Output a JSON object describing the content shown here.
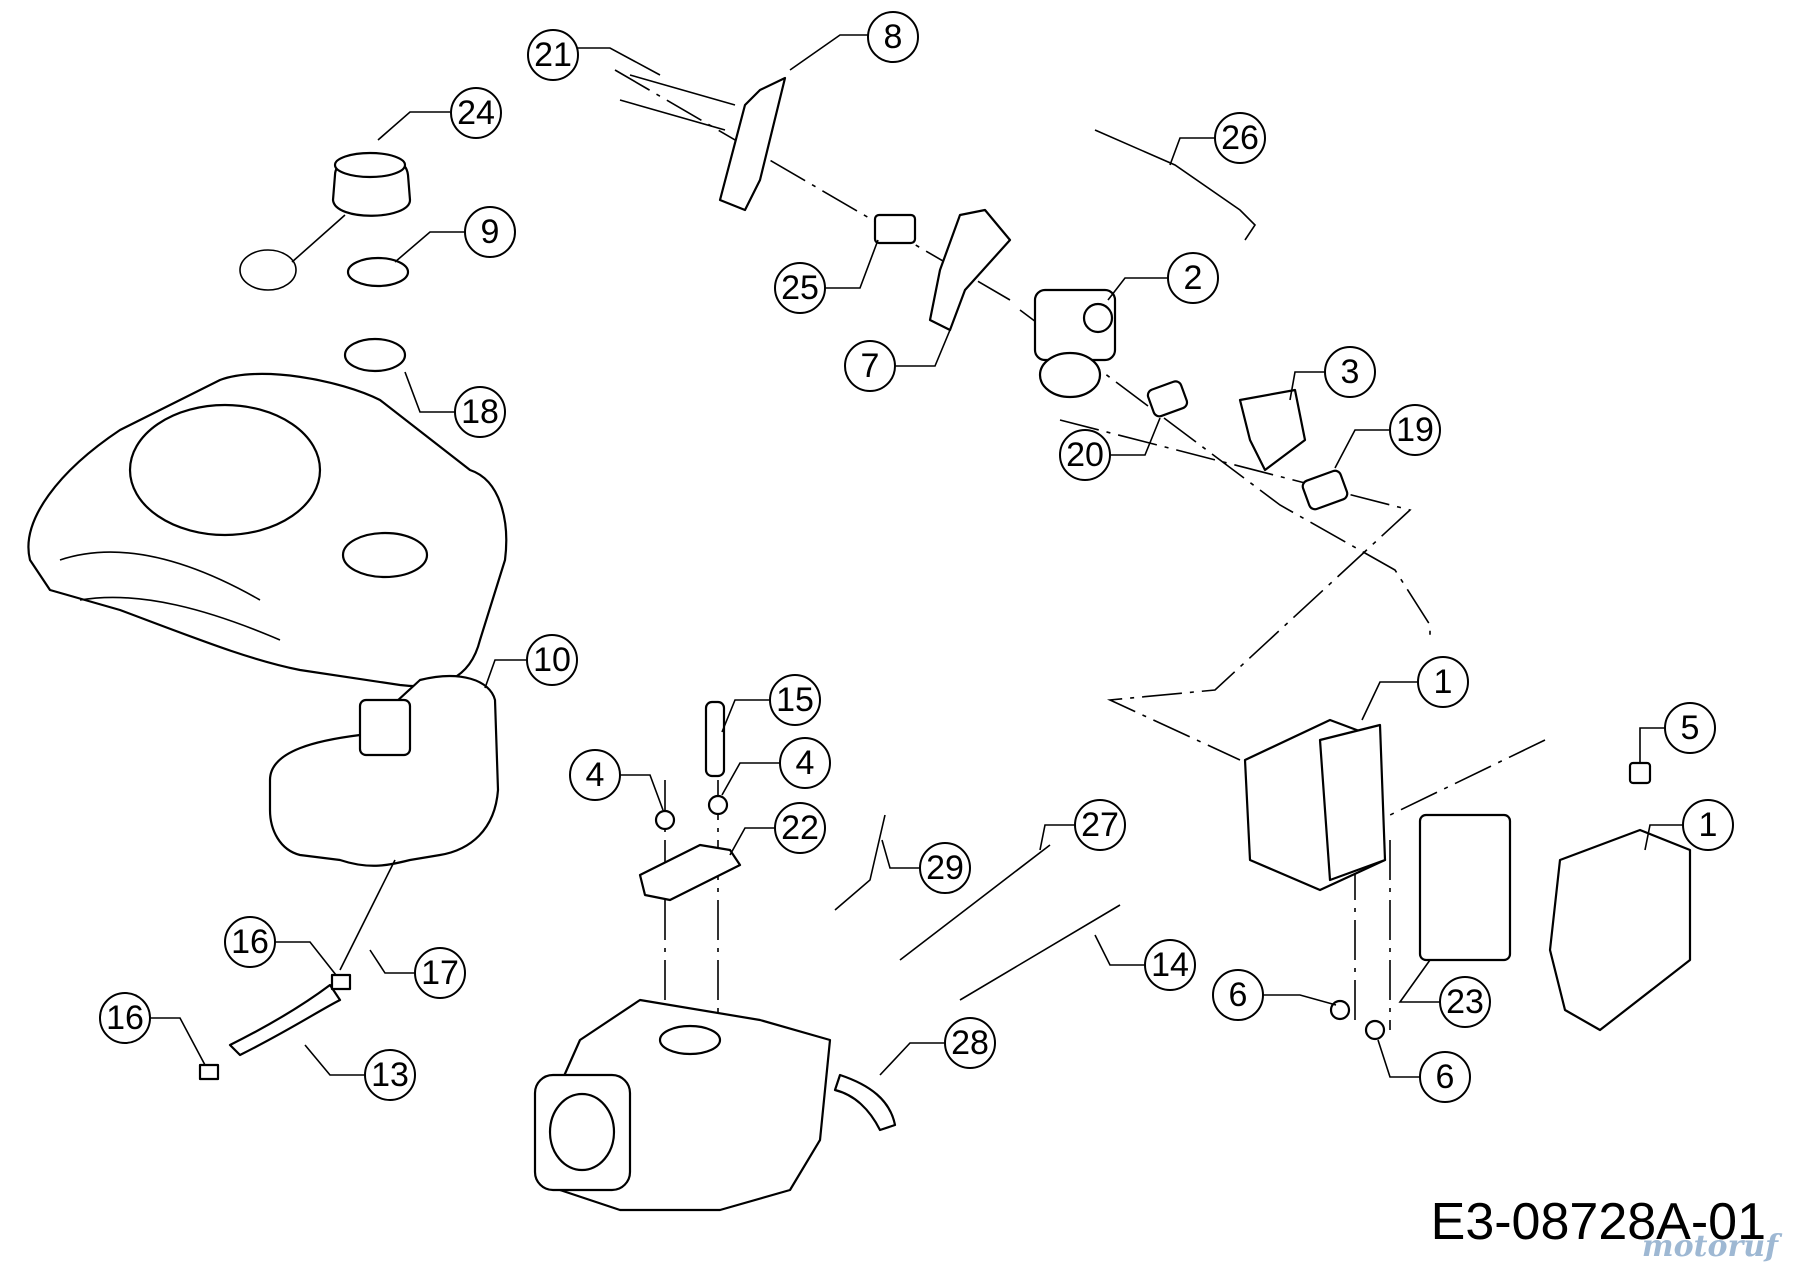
{
  "diagram": {
    "reference_code": "E3-08728A-01",
    "watermark": "motoruf",
    "callouts": [
      "21",
      "8",
      "24",
      "9",
      "26",
      "25",
      "2",
      "7",
      "18",
      "3",
      "20",
      "19",
      "10",
      "15",
      "1",
      "5",
      "4",
      "4",
      "22",
      "27",
      "1",
      "29",
      "16",
      "17",
      "14",
      "6",
      "23",
      "28",
      "16",
      "13",
      "6"
    ]
  }
}
